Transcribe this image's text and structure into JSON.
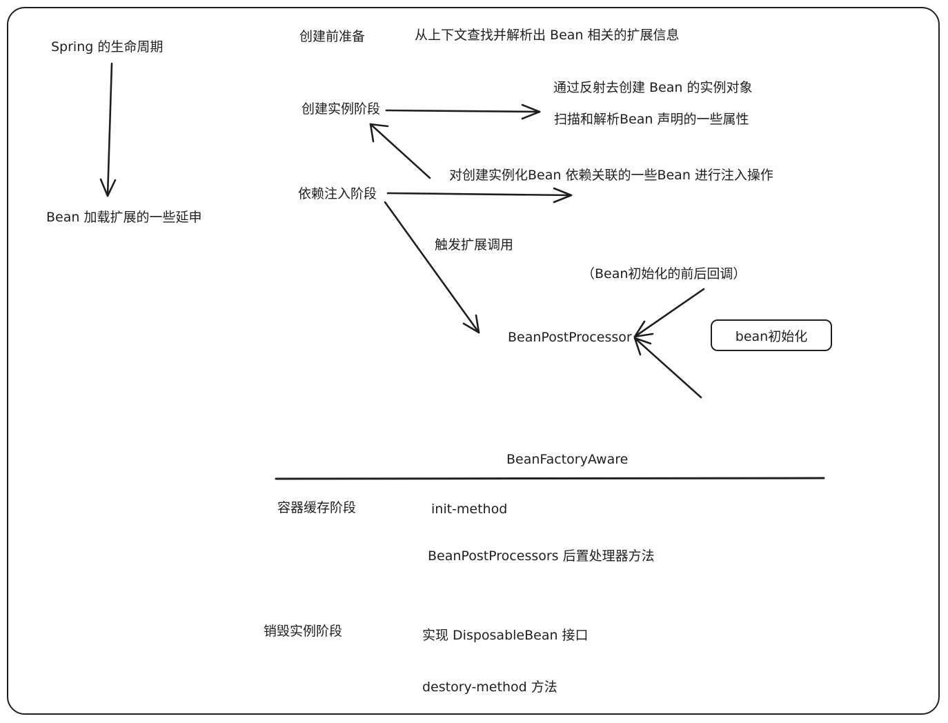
{
  "labels": {
    "spring_lifecycle": "Spring 的生命周期",
    "bean_extension": "Bean 加载扩展的一些延申",
    "pre_create": "创建前准备",
    "pre_create_desc": "从上下文查找并解析出 Bean 相关的扩展信息",
    "create_instance": "创建实例阶段",
    "create_desc_1": "通过反射去创建 Bean 的实例对象",
    "create_desc_2": "扫描和解析Bean 声明的一些属性",
    "dependency_injection": "依赖注入阶段",
    "injection_desc": "对创建实例化Bean 依赖关联的一些Bean 进行注入操作",
    "trigger_extension": "触发扩展调用",
    "init_callback": "（Bean初始化的前后回调）",
    "bean_post_processor": "BeanPostProcessor",
    "bean_init": "bean初始化",
    "bean_factory_aware": "BeanFactoryAware",
    "container_cache": "容器缓存阶段",
    "init_method": "init-method",
    "post_processors_method": "BeanPostProcessors 后置处理器方法",
    "destroy_instance": "销毁实例阶段",
    "disposable_bean": "实现 DisposableBean 接口",
    "destroy_method": "destory-method 方法"
  },
  "colors": {
    "stroke": "#1e1e1e",
    "background": "#ffffff"
  }
}
